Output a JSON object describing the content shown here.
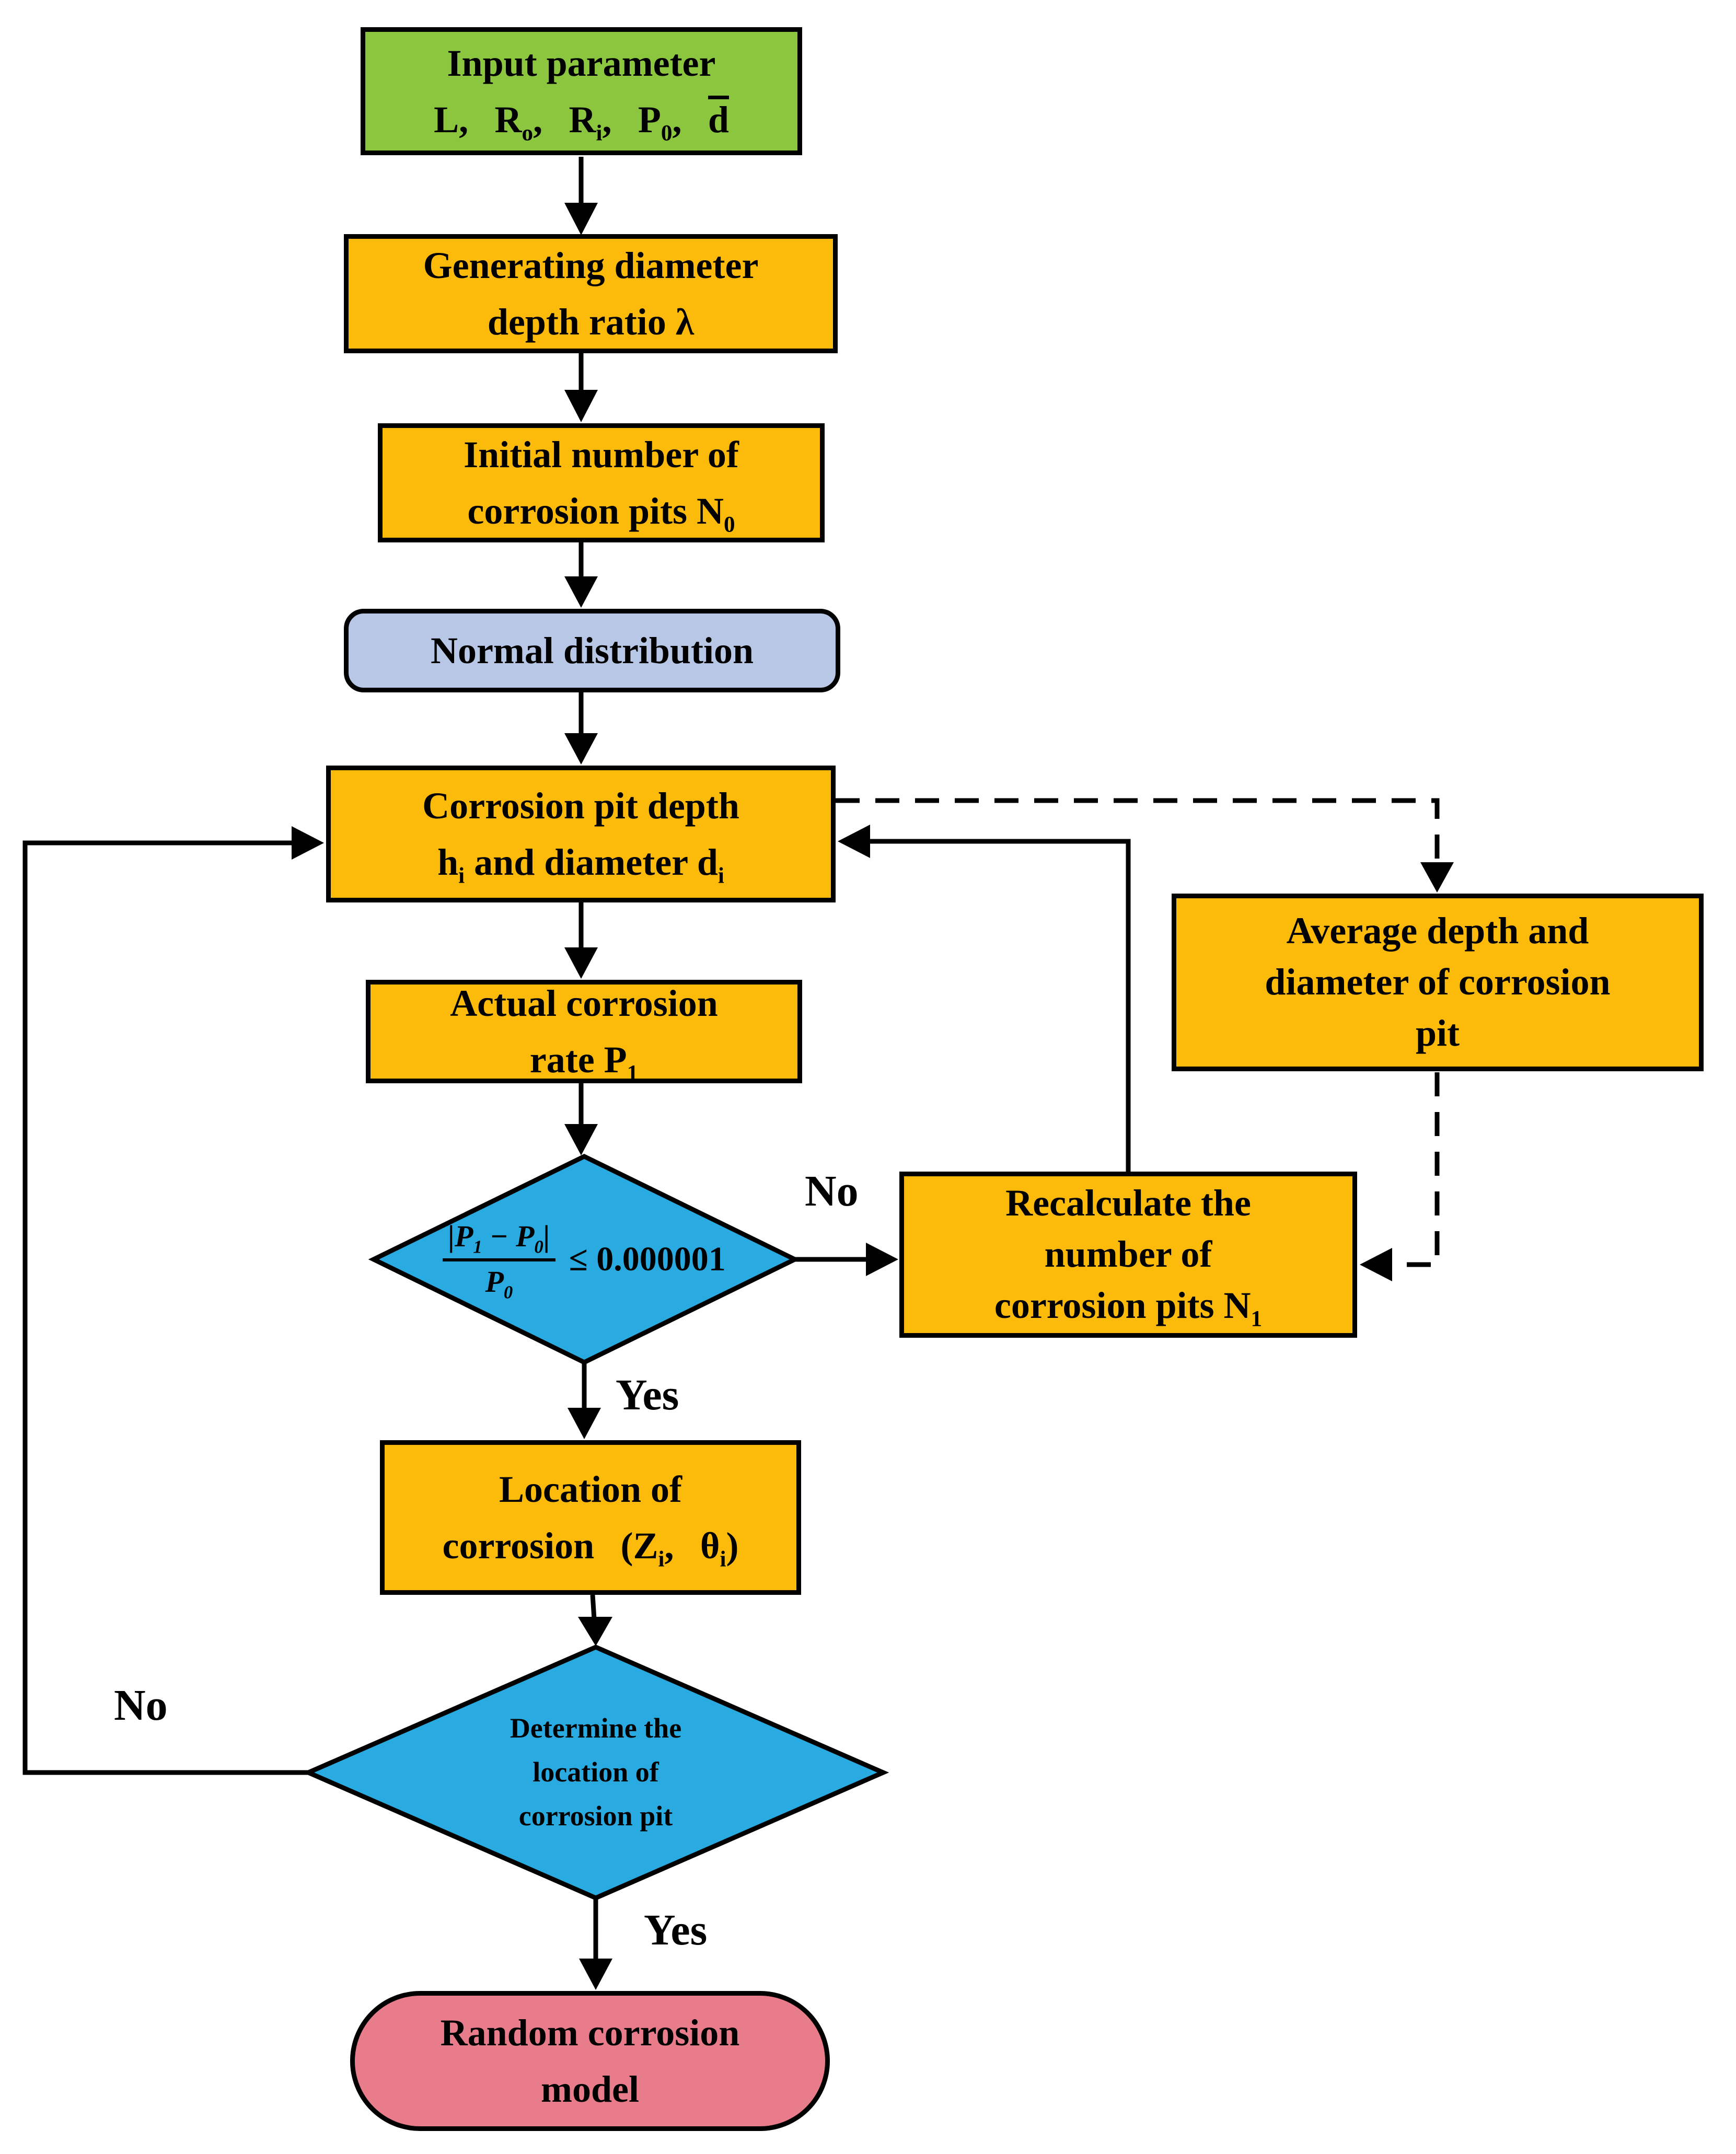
{
  "palette": {
    "start_green": "#8CC63F",
    "process_gold": "#FCBA0A",
    "normal_lavender": "#B8C7E6",
    "decision_cyan": "#29ABE2",
    "end_pink": "#E87C8B",
    "line_black": "#000000"
  },
  "labels": {
    "no1": "No",
    "yes1": "Yes",
    "no2": "No",
    "yes2": "Yes"
  },
  "nodes": {
    "input": {
      "line1": "Input parameter",
      "p1": "L, R",
      "p1s": "o",
      "p2": ", R",
      "p2s": "i",
      "p3": ", P",
      "p3s": "0",
      "p4": ", ",
      "dbar": "d"
    },
    "generating": {
      "line1": "Generating diameter",
      "line2": "depth ratio λ"
    },
    "initial": {
      "line1": "Initial number of",
      "p1": "corrosion pits N",
      "p1s": "0"
    },
    "normal": {
      "line1": "Normal distribution"
    },
    "pitdepth": {
      "line1": "Corrosion pit depth",
      "p1": "h",
      "p1s": "i",
      "p2": " and diameter d",
      "p2s": "i"
    },
    "actual": {
      "line1": "Actual corrosion",
      "p1": "rate P",
      "p1s": "1"
    },
    "decision1": {
      "n1": "|P",
      "n1s": "1",
      "n2": " − P",
      "n2s": "0",
      "n3": "|",
      "d1": "P",
      "d1s": "0",
      "cond": "≤ 0.000001"
    },
    "recalc": {
      "line1": "Recalculate the",
      "line2": "number of",
      "p1": "corrosion pits N",
      "p1s": "1"
    },
    "average": {
      "line1": "Average depth and",
      "line2": "diameter of corrosion",
      "line3": "pit"
    },
    "location": {
      "line1": "Location of",
      "p1": "corrosion (Z",
      "p1s": "i",
      "p2": ", θ",
      "p2s": "i",
      "p3": ")"
    },
    "decision2": {
      "line1": "Determine the",
      "line2": "location of",
      "line3": "corrosion pit"
    },
    "random": {
      "line1": "Random corrosion",
      "line2": "model"
    }
  }
}
